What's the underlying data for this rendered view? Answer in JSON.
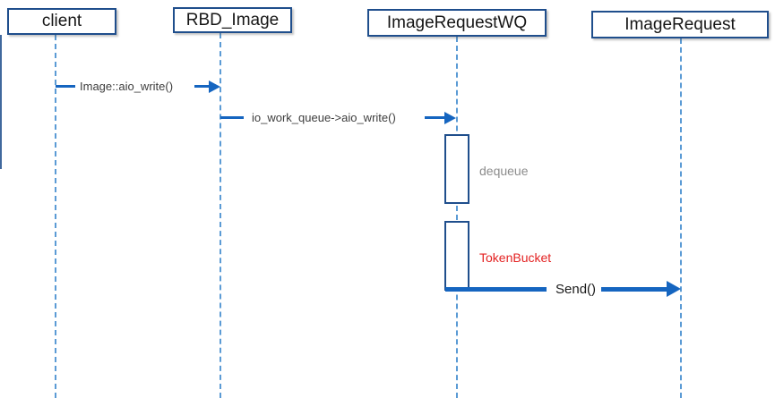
{
  "diagram": {
    "type": "sequence-diagram",
    "actors": [
      {
        "label": "client"
      },
      {
        "label": "RBD_Image"
      },
      {
        "label": "ImageRequestWQ"
      },
      {
        "label": "ImageRequest"
      }
    ],
    "messages": {
      "aio_write": "Image::aio_write()",
      "io_work_queue": "io_work_queue->aio_write()",
      "dequeue": "dequeue",
      "token_bucket": "TokenBucket",
      "send": "Send()"
    },
    "colors": {
      "box_border": "#1F4E8C",
      "lifeline": "#5B9BD5",
      "arrow": "#1565C0",
      "message_text": "#3d3d3d",
      "dequeue_text": "#8C8C8C",
      "token_bucket_text": "#E32222"
    }
  }
}
